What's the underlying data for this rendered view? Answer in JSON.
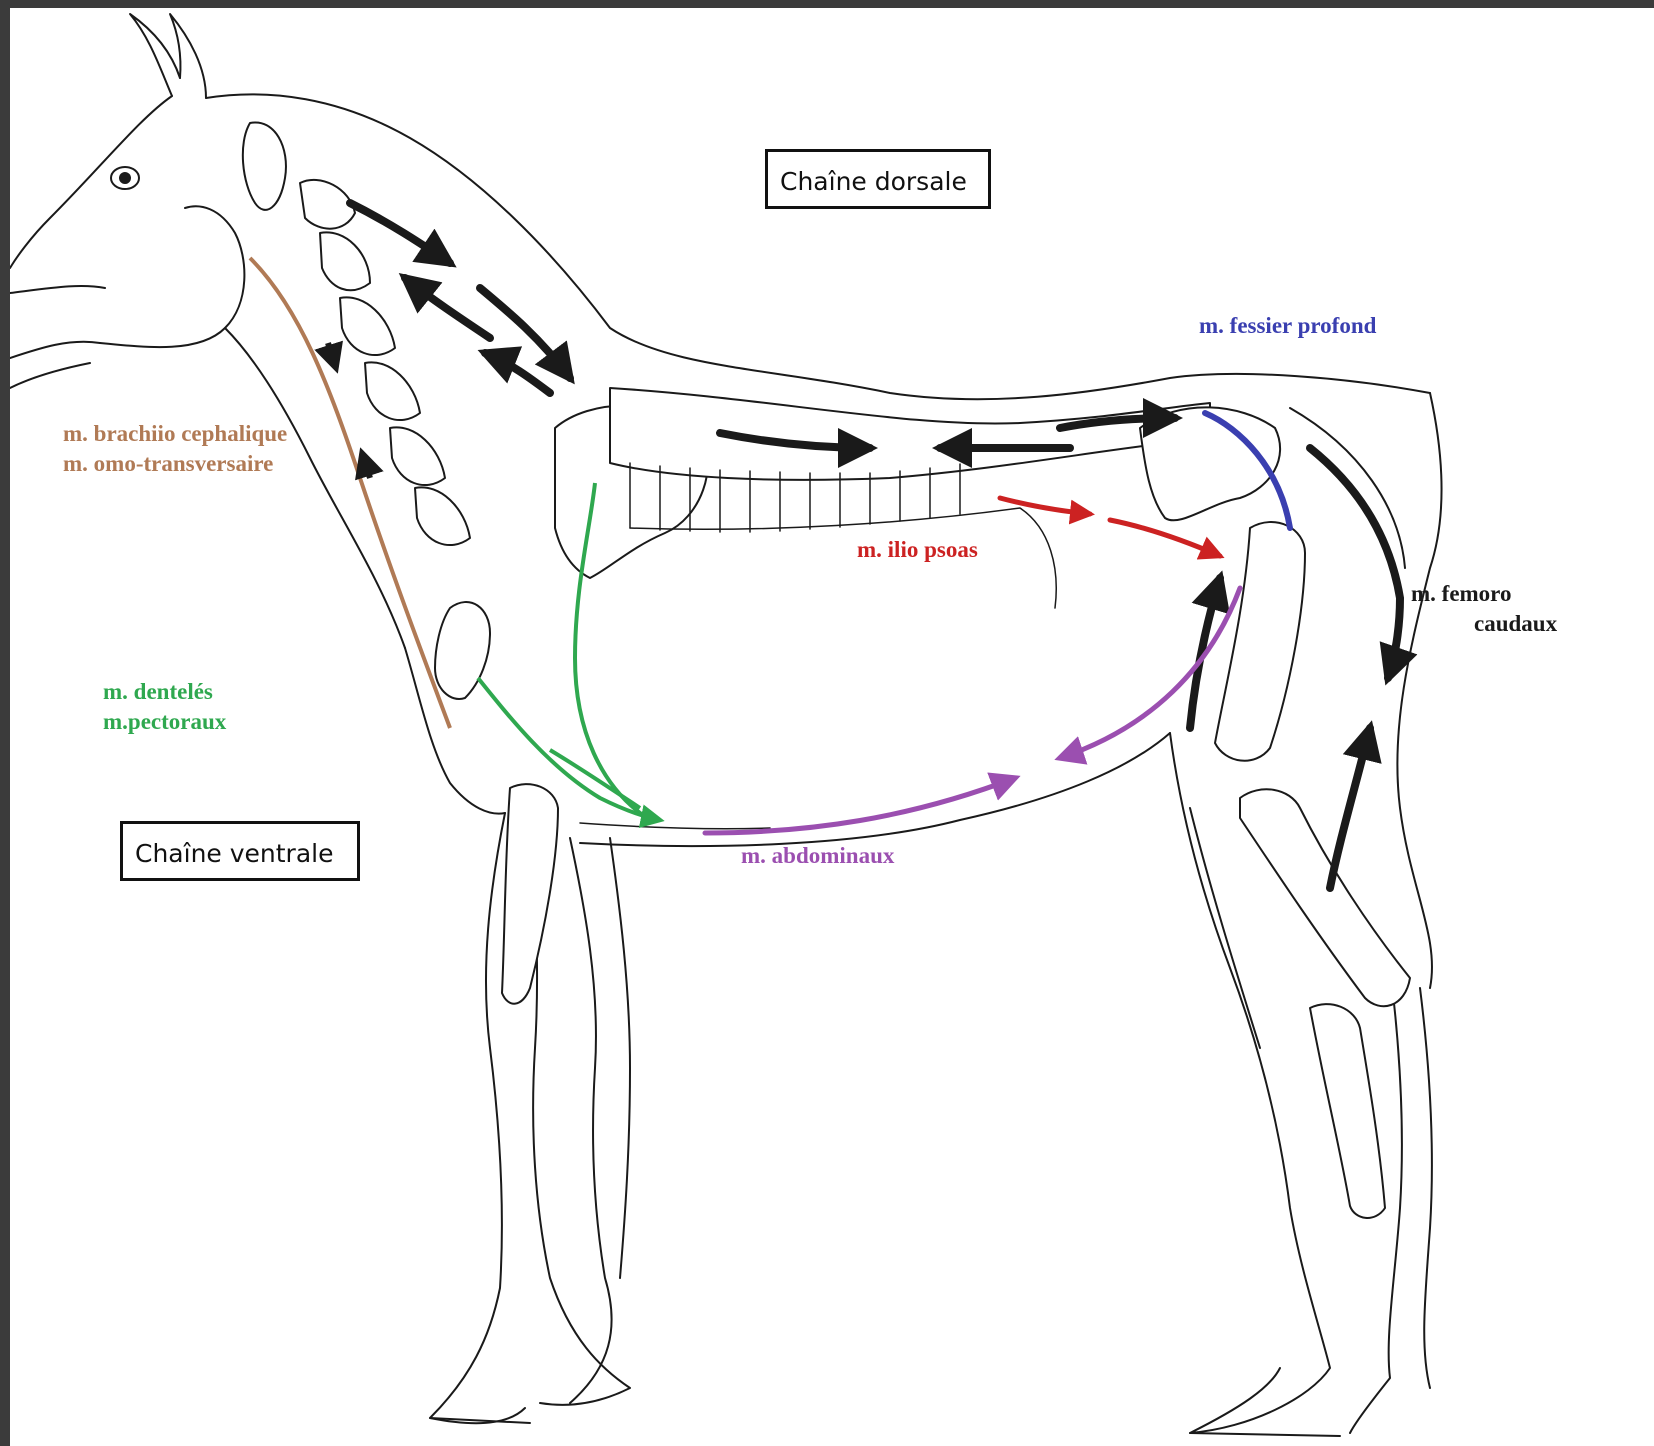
{
  "chains": {
    "dorsal": "Chaîne dorsale",
    "ventral": "Chaîne ventrale"
  },
  "muscles": {
    "brachio_line1": "m. brachiio cephalique",
    "brachio_line2": "m. omo-transversaire",
    "dentele_line1": "m. dentelés",
    "dentele_line2": "m.pectoraux",
    "ilio_psoas": "m. ilio psoas",
    "fessier": "m. fessier profond",
    "femoro_line1": "m. femoro",
    "femoro_line2": "caudaux",
    "abdominaux": "m. abdominaux"
  },
  "colors": {
    "brachio": "#b07a55",
    "dentele": "#2fa84f",
    "ilio_psoas": "#cc2222",
    "fessier": "#3a3fb0",
    "femoro": "#1a1a1a",
    "abdominaux": "#9b4fb0",
    "dorsal_arrows": "#1a1a1a"
  }
}
